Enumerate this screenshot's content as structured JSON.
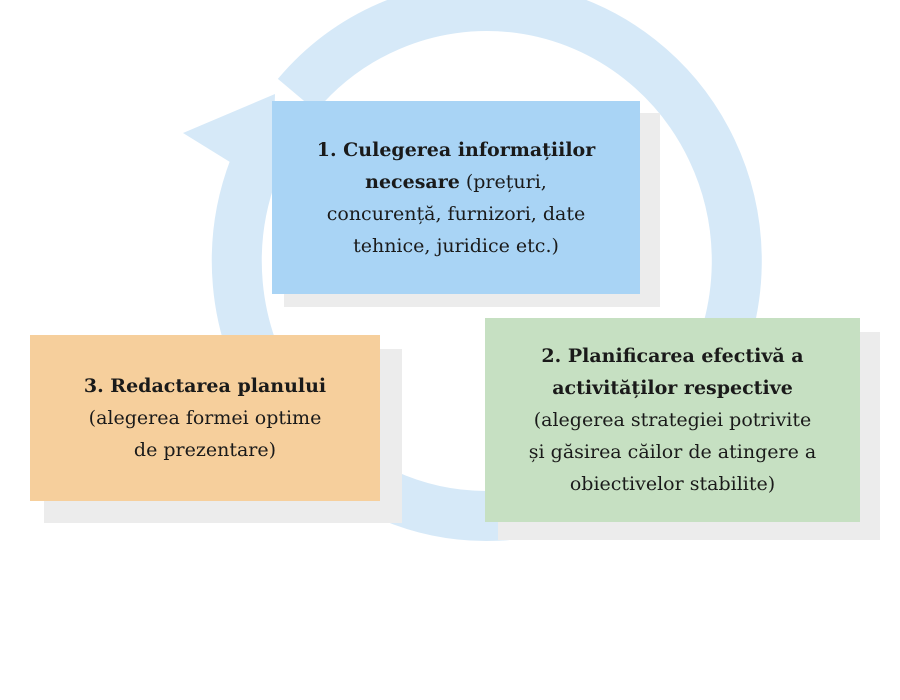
{
  "colors": {
    "ring": "#d6e9f8",
    "step_1": "#a9d4f5",
    "step_2": "#c6e0c2",
    "step_3": "#f6cf9c",
    "shadow": "#ececec"
  },
  "steps": [
    {
      "bold_lines": [
        "1. Culegerea informațiilor",
        "necesare"
      ],
      "normal_lines": [
        "(prețuri,",
        "concurență, furnizori, date",
        "tehnice, juridice etc.)"
      ]
    },
    {
      "bold_lines": [
        "2. Planificarea efectivă a",
        "activităților respective"
      ],
      "normal_lines": [
        "(alegerea strategiei potrivite",
        "și găsirea căilor de atingere a",
        "obiectivelor stabilite)"
      ]
    },
    {
      "bold_lines": [
        "3. Redactarea planului"
      ],
      "normal_lines": [
        "(alegerea formei optime",
        "de prezentare)"
      ]
    }
  ]
}
